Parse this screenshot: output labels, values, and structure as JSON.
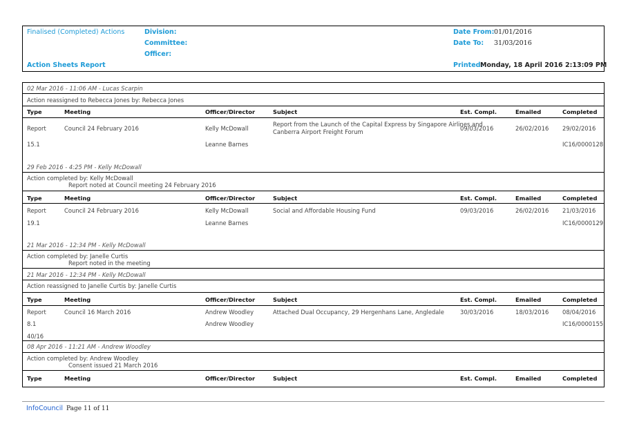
{
  "header": {
    "report_name": "Finalised (Completed) Actions",
    "division_label": "Division:",
    "committee_label": "Committee:",
    "officer_label": "Officer:",
    "report_title": "Action Sheets Report",
    "date_from_label": "Date From:",
    "date_from_value": "01/01/2016",
    "date_to_label": "Date To:",
    "date_to_value": "31/03/2016",
    "printed_label": "Printed:",
    "printed_value": "Monday, 18 April 2016  2:13:09 PM"
  },
  "columns": [
    "Type",
    "Meeting",
    "Officer/Director",
    "Subject",
    "Est. Compl.",
    "Emailed",
    "Completed"
  ],
  "blocks": [
    {
      "notes": [
        "02 Mar 2016 - 11:06 AM - Lucas Scarpin",
        "Action reassigned to Rebecca Jones by: Rebecca Jones"
      ],
      "row": {
        "type": "Report",
        "meeting": "Council 24 February 2016",
        "officer": "Kelly McDowall",
        "subject_line1": "Report from the Launch of the Capital Express by Singapore Airlines and",
        "subject_line2": "Canberra Airport Freight Forum",
        "est": "09/03/2016",
        "emailed": "26/02/2016",
        "completed": "29/02/2016",
        "item": "15.1",
        "officer2": "Leanne Barnes",
        "ref": "IC16/0000128"
      }
    },
    {
      "notes": [
        "29 Feb 2016 - 4:25 PM - Kelly McDowall",
        "Action completed by: Kelly McDowall",
        "Report noted at Council meeting 24 February 2016"
      ],
      "row": {
        "type": "Report",
        "meeting": "Council 24 February 2016",
        "officer": "Kelly McDowall",
        "subject": "Social and Affordable Housing Fund",
        "est": "09/03/2016",
        "emailed": "26/02/2016",
        "completed": "21/03/2016",
        "item": "19.1",
        "officer2": "Leanne Barnes",
        "ref": "IC16/0000129"
      }
    },
    {
      "notes": [
        "21 Mar 2016 - 12:34 PM - Kelly McDowall",
        "Action completed by: Janelle Curtis",
        "Report noted in the meeting",
        "21 Mar 2016 - 12:34 PM - Kelly McDowall",
        "Action reassigned to Janelle Curtis by: Janelle Curtis"
      ],
      "row": {
        "type": "Report",
        "meeting": "Council 16 March 2016",
        "officer": "Andrew Woodley",
        "subject": "Attached Dual Occupancy, 29 Hergenhans Lane, Angledale",
        "est": "30/03/2016",
        "emailed": "18/03/2016",
        "completed": "08/04/2016",
        "item": "8.1",
        "officer2": "Andrew Woodley",
        "ref": "IC16/0000155",
        "extra": "40/16"
      }
    },
    {
      "notes": [
        "08 Apr 2016 - 11:21 AM - Andrew Woodley",
        "Action completed by: Andrew Woodley",
        "Consent issued 21 March 2016"
      ]
    }
  ],
  "footer": {
    "brand": "InfoCouncil",
    "page": "Page 11 of 11"
  }
}
